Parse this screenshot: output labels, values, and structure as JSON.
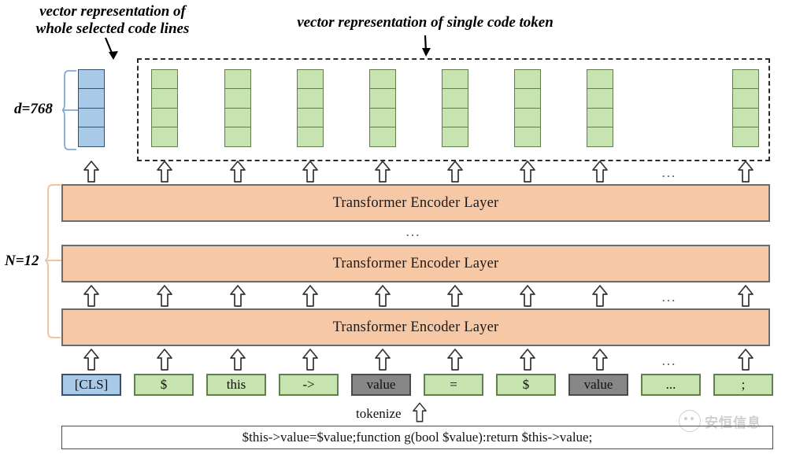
{
  "figure": {
    "type": "diagram",
    "subject": "transformer-encoder-code-tokenization"
  },
  "captions": {
    "cls_vector": "vector representation of\nwhole selected code lines",
    "token_vector": "vector representation of single code token"
  },
  "side_labels": {
    "dimension": "d=768",
    "layers": "N=12"
  },
  "output_vectors": {
    "cls": {
      "color": "#a9c9e8",
      "cells": 4,
      "kind": "blue"
    },
    "tokens": [
      {
        "color": "#c7e3b0",
        "cells": 4,
        "kind": "green"
      },
      {
        "color": "#c7e3b0",
        "cells": 4,
        "kind": "green"
      },
      {
        "color": "#c7e3b0",
        "cells": 4,
        "kind": "green"
      },
      {
        "color": "#c7e3b0",
        "cells": 4,
        "kind": "green"
      },
      {
        "color": "#c7e3b0",
        "cells": 4,
        "kind": "green"
      },
      {
        "color": "#c7e3b0",
        "cells": 4,
        "kind": "green"
      },
      {
        "color": "#c7e3b0",
        "cells": 4,
        "kind": "green"
      },
      {
        "color": "#c7e3b0",
        "cells": 4,
        "kind": "green"
      }
    ]
  },
  "encoder": {
    "layer_label": "Transformer Encoder Layer",
    "layers": [
      {
        "label": "Transformer Encoder Layer"
      },
      {
        "label": "Transformer Encoder Layer"
      },
      {
        "label": "Transformer Encoder Layer"
      }
    ],
    "stack_ellipsis": "...",
    "color": "#f7c8a5"
  },
  "ellipsis": {
    "top_row": "...",
    "mid_row": "...",
    "bottom_row": "...",
    "token_row": "..."
  },
  "tokens": [
    {
      "label": "[CLS]",
      "style": "blue"
    },
    {
      "label": "$",
      "style": "green"
    },
    {
      "label": "this",
      "style": "green"
    },
    {
      "label": "->",
      "style": "green"
    },
    {
      "label": "value",
      "style": "gray"
    },
    {
      "label": "=",
      "style": "green"
    },
    {
      "label": "$",
      "style": "green"
    },
    {
      "label": "value",
      "style": "gray"
    },
    {
      "label": "...",
      "style": "green"
    },
    {
      "label": ";",
      "style": "green"
    }
  ],
  "tokenize": {
    "label": "tokenize"
  },
  "code": {
    "text": "$this->value=$value;function g(bool $value):return $this->value;"
  },
  "watermark": {
    "text": "安恒信息"
  },
  "colors": {
    "green": "#c7e3b0",
    "blue": "#a9c9e8",
    "gray": "#878787",
    "orange": "#f7c8a5",
    "outline": "#555555"
  }
}
